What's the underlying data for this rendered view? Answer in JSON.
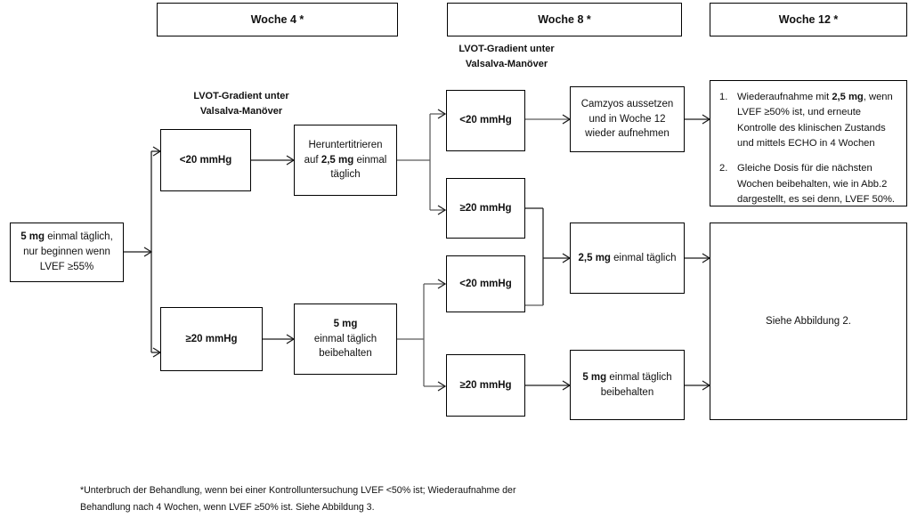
{
  "headers": [
    {
      "label": "Woche 4 *"
    },
    {
      "label": "Woche 8 *"
    },
    {
      "label": "Woche 12 *"
    }
  ],
  "labels": {
    "lvot_col1_line1": "LVOT-Gradient unter",
    "lvot_col1_line2": "Valsalva-Manöver",
    "lvot_col2_line1": "LVOT-Gradient unter",
    "lvot_col2_line2": "Valsalva-Manöver"
  },
  "start": {
    "line1_bold": "5 mg",
    "line1_rest": " einmal täglich,",
    "line2": "nur beginnen wenn",
    "line3": "LVEF ≥55%"
  },
  "week4": {
    "gradient_low": "<20 mmHg",
    "gradient_high": "≥20 mmHg",
    "action_low_line1": "Heruntertitrieren",
    "action_low_line2_pre": "auf ",
    "action_low_line2_bold": "2,5 mg",
    "action_low_line2_post": " einmal",
    "action_low_line3": "täglich",
    "action_high_line1_bold": "5 mg",
    "action_high_line2": "einmal täglich",
    "action_high_line3": "beibehalten"
  },
  "week8": {
    "branch1_gradient": "<20 mmHg",
    "branch2_gradient": "≥20 mmHg",
    "branch3_gradient": "<20 mmHg",
    "branch4_gradient": "≥20 mmHg",
    "action_suspend_line1": "Camzyos aussetzen",
    "action_suspend_line2": "und in Woche 12",
    "action_suspend_line3": "wieder aufnehmen",
    "action_2_5_bold": "2,5 mg",
    "action_2_5_rest": " einmal täglich",
    "action_5_bold": "5 mg",
    "action_5_rest": " einmal täglich",
    "action_5_line2": "beibehalten"
  },
  "week12": {
    "item1_num": "1.",
    "item1_pre": "Wiederaufnahme mit ",
    "item1_bold": "2,5 mg",
    "item1_post": ", wenn LVEF ≥50% ist, und erneute Kontrolle des klinischen Zustands und mittels ECHO in 4 Wochen",
    "item2_num": "2.",
    "item2_text": "Gleiche Dosis für die nächsten Wochen beibehalten, wie in Abb.2 dargestellt, es sei denn, LVEF 50%.",
    "see_figure": "Siehe Abbildung 2."
  },
  "footnote": {
    "line1": "*Unterbruch der Behandlung, wenn bei einer Kontrolluntersuchung LVEF <50% ist; Wiederaufnahme der",
    "line2": "Behandlung nach 4 Wochen, wenn LVEF ≥50% ist. Siehe Abbildung 3."
  },
  "colors": {
    "line": "#1a1a1a",
    "line_grey": "#5a5a5a",
    "text": "#111111",
    "background": "#ffffff"
  }
}
